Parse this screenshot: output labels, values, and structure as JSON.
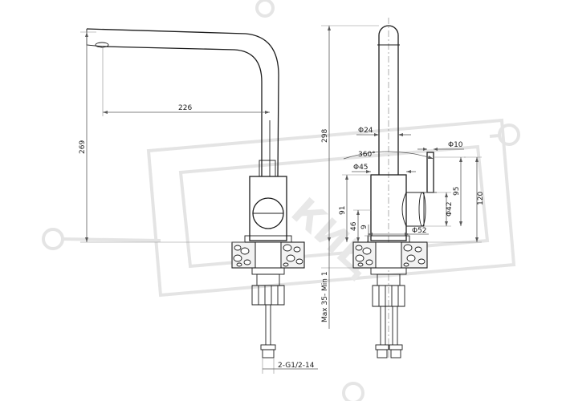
{
  "drawing": {
    "watermark_text": "КИЦ",
    "dimensions": {
      "spout_reach": "226",
      "total_height_left": "269",
      "total_height_right": "298",
      "spout_diameter": "Φ24",
      "rotation": "360°",
      "body_diameter": "Φ45",
      "lever_diameter": "Φ10",
      "height_91": "91",
      "height_46": "46",
      "height_9": "9",
      "base_diameter": "Φ52",
      "lever_base_diameter": "Φ42",
      "lever_height_95": "95",
      "lever_height_120": "120",
      "mounting_thickness": "Max 35- Min 1",
      "hose_thread": "2-G1/2-14"
    }
  }
}
